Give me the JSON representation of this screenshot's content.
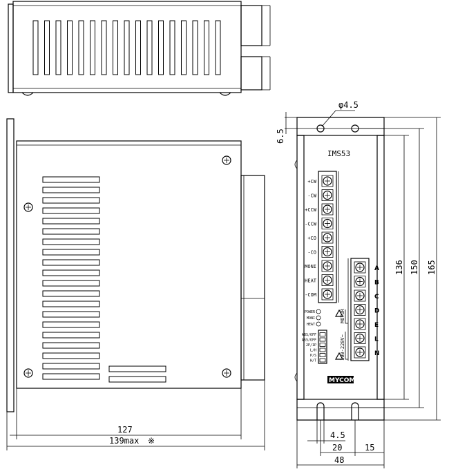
{
  "dimensions": {
    "hole_diameter": "φ4.5",
    "hole_offset": "6.5",
    "height_136": "136",
    "height_150": "150",
    "height_165": "165",
    "width_127": "127",
    "width_139max": "139max",
    "reference_mark": "※",
    "slot_4_5": "4.5",
    "pitch_20": "20",
    "edge_15": "15",
    "width_48": "48"
  },
  "panel": {
    "model": "IMS53",
    "brand": "MYCOM",
    "signal_terminals": [
      "+CW",
      "-CW",
      "+CCW",
      "-CCW",
      "+CO",
      "-CO",
      "MONI",
      "HEAT",
      "-COM"
    ],
    "motor_terminals": [
      "A",
      "B",
      "C",
      "D",
      "E",
      "L",
      "N"
    ],
    "leds": [
      "POWER",
      "MONI",
      "HEAT"
    ],
    "switches": [
      "ABS/OFF",
      "ASS/OFF",
      "2P/1P",
      "L/H",
      "P/S",
      "H/T"
    ],
    "motor_label": "MOTOR",
    "voltage_label": "100-220V~"
  }
}
